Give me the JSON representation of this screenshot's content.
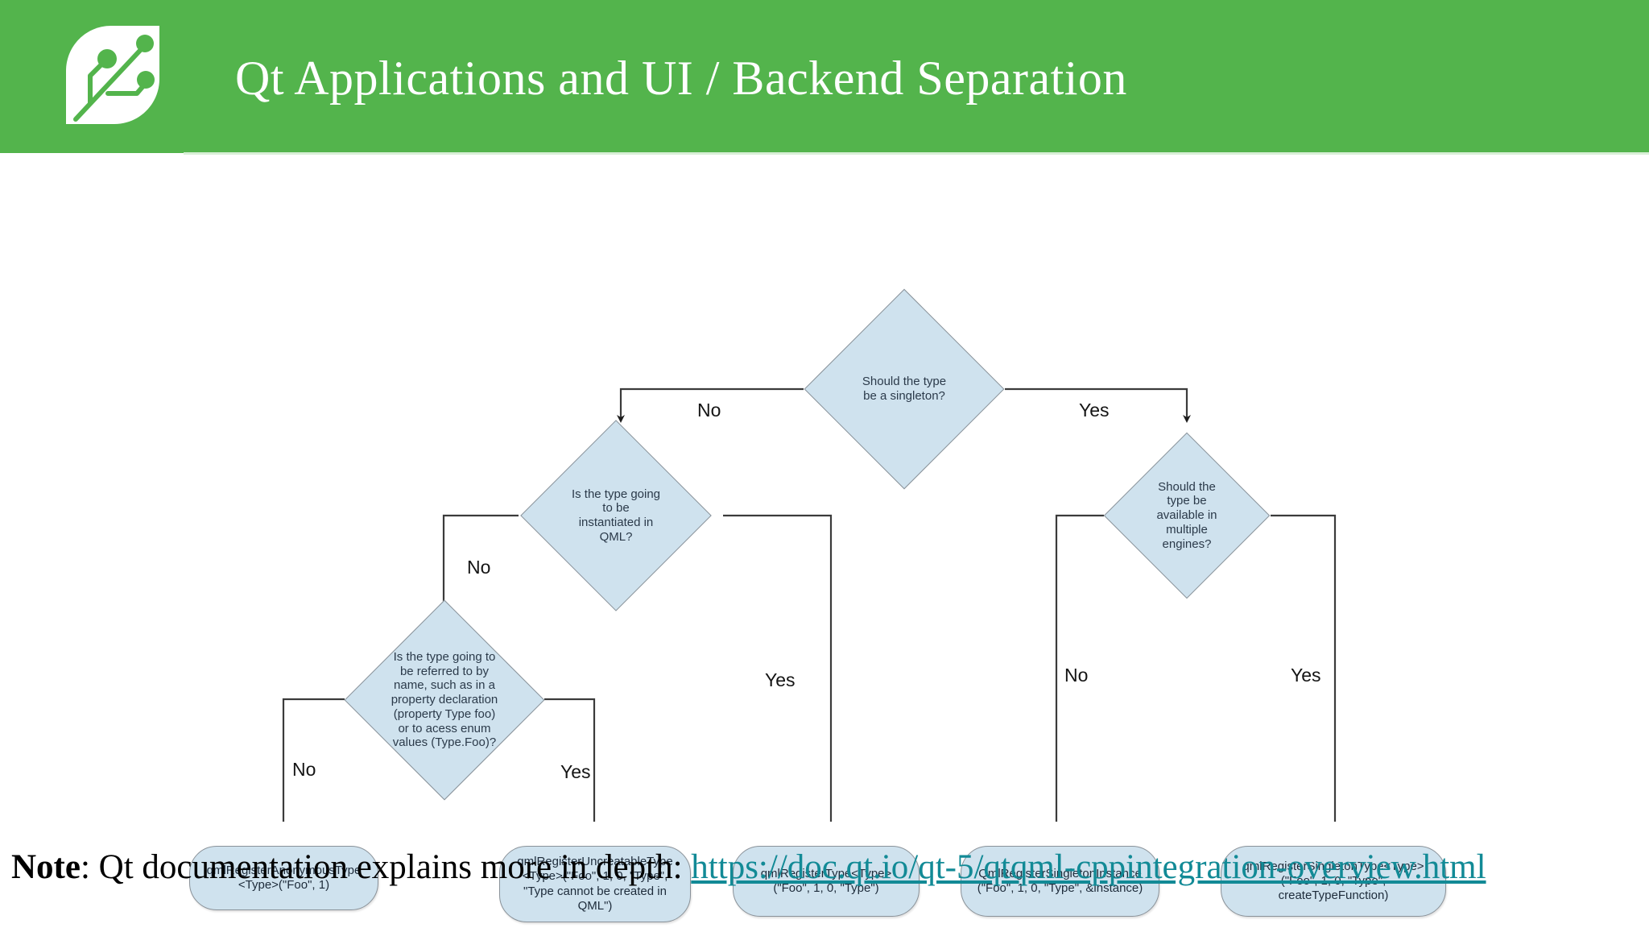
{
  "header": {
    "title": "Qt Applications and UI / Backend Separation",
    "logo_icon": "leaf-circuit-logo",
    "bar_color": "#53b44c",
    "title_color": "#ffffff"
  },
  "diagram": {
    "type": "flowchart",
    "node_fill": "#cfe2ee",
    "node_stroke": "#8a9299",
    "edge_color": "#3b3b3b",
    "decisions": [
      {
        "id": "d1",
        "text": "Should the type\nbe a singleton?"
      },
      {
        "id": "d2",
        "text": "Is the type going\nto be\ninstantiated in\nQML?"
      },
      {
        "id": "d3",
        "text": "Should the\ntype be\navailable in\nmultiple\nengines?"
      },
      {
        "id": "d4",
        "text": "Is the type going to\nbe referred to by\nname, such as in a\nproperty declaration\n(property Type foo)\nor to acess enum\nvalues (Type.Foo)?"
      }
    ],
    "terminals": [
      {
        "id": "t1",
        "text": "qmlRegisterAnonymousType\n<Type>(\"Foo\", 1)"
      },
      {
        "id": "t2",
        "text": "qmlRegisterUncreatableType\n<Type>(\"Foo\", 1, 0, \"Type\",\n\"Type cannot be created in\nQML\")"
      },
      {
        "id": "t3",
        "text": "qmlRegisterType<Type>\n(\"Foo\", 1, 0, \"Type\")"
      },
      {
        "id": "t4",
        "text": "QmlRegisterSingletonInstance\n(\"Foo\", 1, 0, \"Type\", &instance)"
      },
      {
        "id": "t5",
        "text": "qmlRegisterSingletonType<Type>\n(\"Foo\", 1, 0, \"Type\",\ncreateTypeFunction)"
      }
    ],
    "edge_labels": [
      {
        "id": "e1",
        "text": "No"
      },
      {
        "id": "e2",
        "text": "Yes"
      },
      {
        "id": "e3",
        "text": "No"
      },
      {
        "id": "e4",
        "text": "Yes"
      },
      {
        "id": "e5",
        "text": "No"
      },
      {
        "id": "e6",
        "text": "Yes"
      },
      {
        "id": "e7",
        "text": "No"
      },
      {
        "id": "e8",
        "text": "Yes"
      }
    ]
  },
  "note": {
    "label": "Note",
    "body": ": Qt documentation explains more in depth: ",
    "link": "https://doc.qt.io/qt-5/qtqml-cppintegration-overview.html",
    "link_color": "#128a96"
  }
}
